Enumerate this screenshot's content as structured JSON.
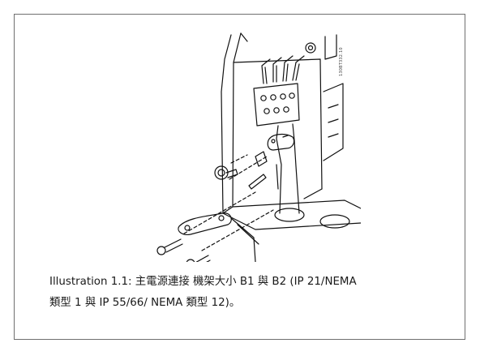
{
  "figure": {
    "doc_id": "130BT332.10",
    "description_icon": "mains-connection-icon"
  },
  "caption": {
    "line1": "Illustration 1.1: 主電源連接 機架大小 B1 與 B2 (IP 21/NEMA",
    "line2": "類型 1 與 IP 55/66/ NEMA 類型 12)。"
  }
}
